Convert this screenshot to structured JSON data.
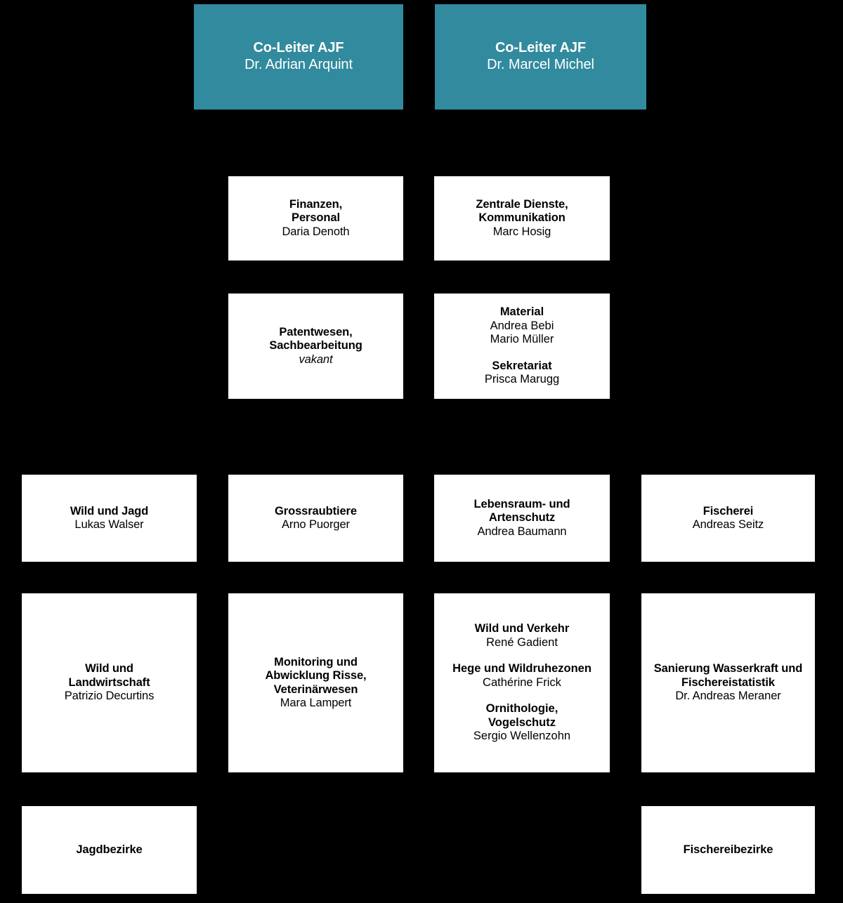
{
  "meta": {
    "kind": "organizational-chart",
    "background_color": "#000000",
    "leader_box_color": "#318a9e",
    "unit_box_color": "#ffffff",
    "leader_text_color": "#ffffff",
    "unit_text_color": "#000000"
  },
  "leadership": [
    {
      "title": "Co-Leiter AJF",
      "person": "Dr. Adrian Arquint"
    },
    {
      "title": "Co-Leiter AJF",
      "person": "Dr. Marcel Michel"
    }
  ],
  "staff_row_a": [
    {
      "title_line_1": "Finanzen,",
      "title_line_2": "Personal",
      "person": "Daria Denoth"
    },
    {
      "title_line_1": "Zentrale Dienste,",
      "title_line_2": "Kommunikation",
      "person": "Marc Hosig"
    }
  ],
  "staff_row_b": [
    {
      "title_line_1": "Patentwesen,",
      "title_line_2": "Sachbearbeitung",
      "person": "vakant",
      "person_style": "italic"
    },
    {
      "groups": [
        {
          "title": "Material",
          "people": [
            "Andrea Bebi",
            "Mario Müller"
          ]
        },
        {
          "title": "Sekretariat",
          "people": [
            "Prisca Marugg"
          ]
        }
      ]
    }
  ],
  "divisions": [
    {
      "title_line_1": "Wild und Jagd",
      "title_line_2": "",
      "person": "Lukas Walser"
    },
    {
      "title_line_1": "Grossraubtiere",
      "title_line_2": "",
      "person": "Arno Puorger"
    },
    {
      "title_line_1": "Lebensraum- und",
      "title_line_2": "Artenschutz",
      "person": "Andrea Baumann"
    },
    {
      "title_line_1": "Fischerei",
      "title_line_2": "",
      "person": "Andreas Seitz"
    }
  ],
  "subdivisions": [
    {
      "title_line_1": "Wild und",
      "title_line_2": "Landwirtschaft",
      "title_line_3": "",
      "person": "Patrizio Decurtins"
    },
    {
      "title_line_1": "Monitoring und",
      "title_line_2": "Abwicklung Risse,",
      "title_line_3": "Veterinärwesen",
      "person": "Mara Lampert"
    },
    {
      "groups": [
        {
          "title_line_1": "Wild und Verkehr",
          "title_line_2": "",
          "person": "René Gadient"
        },
        {
          "title_line_1": "Hege und Wildruhezonen",
          "title_line_2": "",
          "person": "Cathérine Frick"
        },
        {
          "title_line_1": "Ornithologie,",
          "title_line_2": "Vogelschutz",
          "person": "Sergio Wellenzohn"
        }
      ]
    },
    {
      "title_line_1": "Sanierung Wasserkraft und",
      "title_line_2": "Fischereistatistik",
      "title_line_3": "",
      "person": "Dr. Andreas Meraner"
    }
  ],
  "districts": [
    {
      "title": "Jagdbezirke"
    },
    {
      "title": "Fischereibezirke"
    }
  ]
}
